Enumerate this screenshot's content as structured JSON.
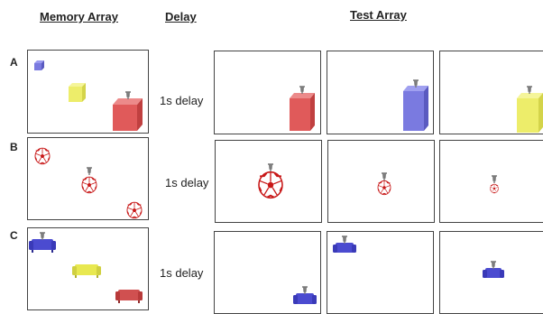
{
  "headers": {
    "memory": "Memory Array",
    "delay": "Delay",
    "test": "Test Array"
  },
  "rows": [
    {
      "label": "A",
      "delay": "1s delay"
    },
    {
      "label": "B",
      "delay": "1s delay"
    },
    {
      "label": "C",
      "delay": "1s delay"
    }
  ],
  "colors": {
    "red": "#e05a5a",
    "blue": "#7a7ae0",
    "yellow": "#eded6a",
    "sofa_blue": "#4b4bd0",
    "sofa_red": "#d05050",
    "sofa_yellow": "#e8e850",
    "ball_red": "#d02020"
  }
}
